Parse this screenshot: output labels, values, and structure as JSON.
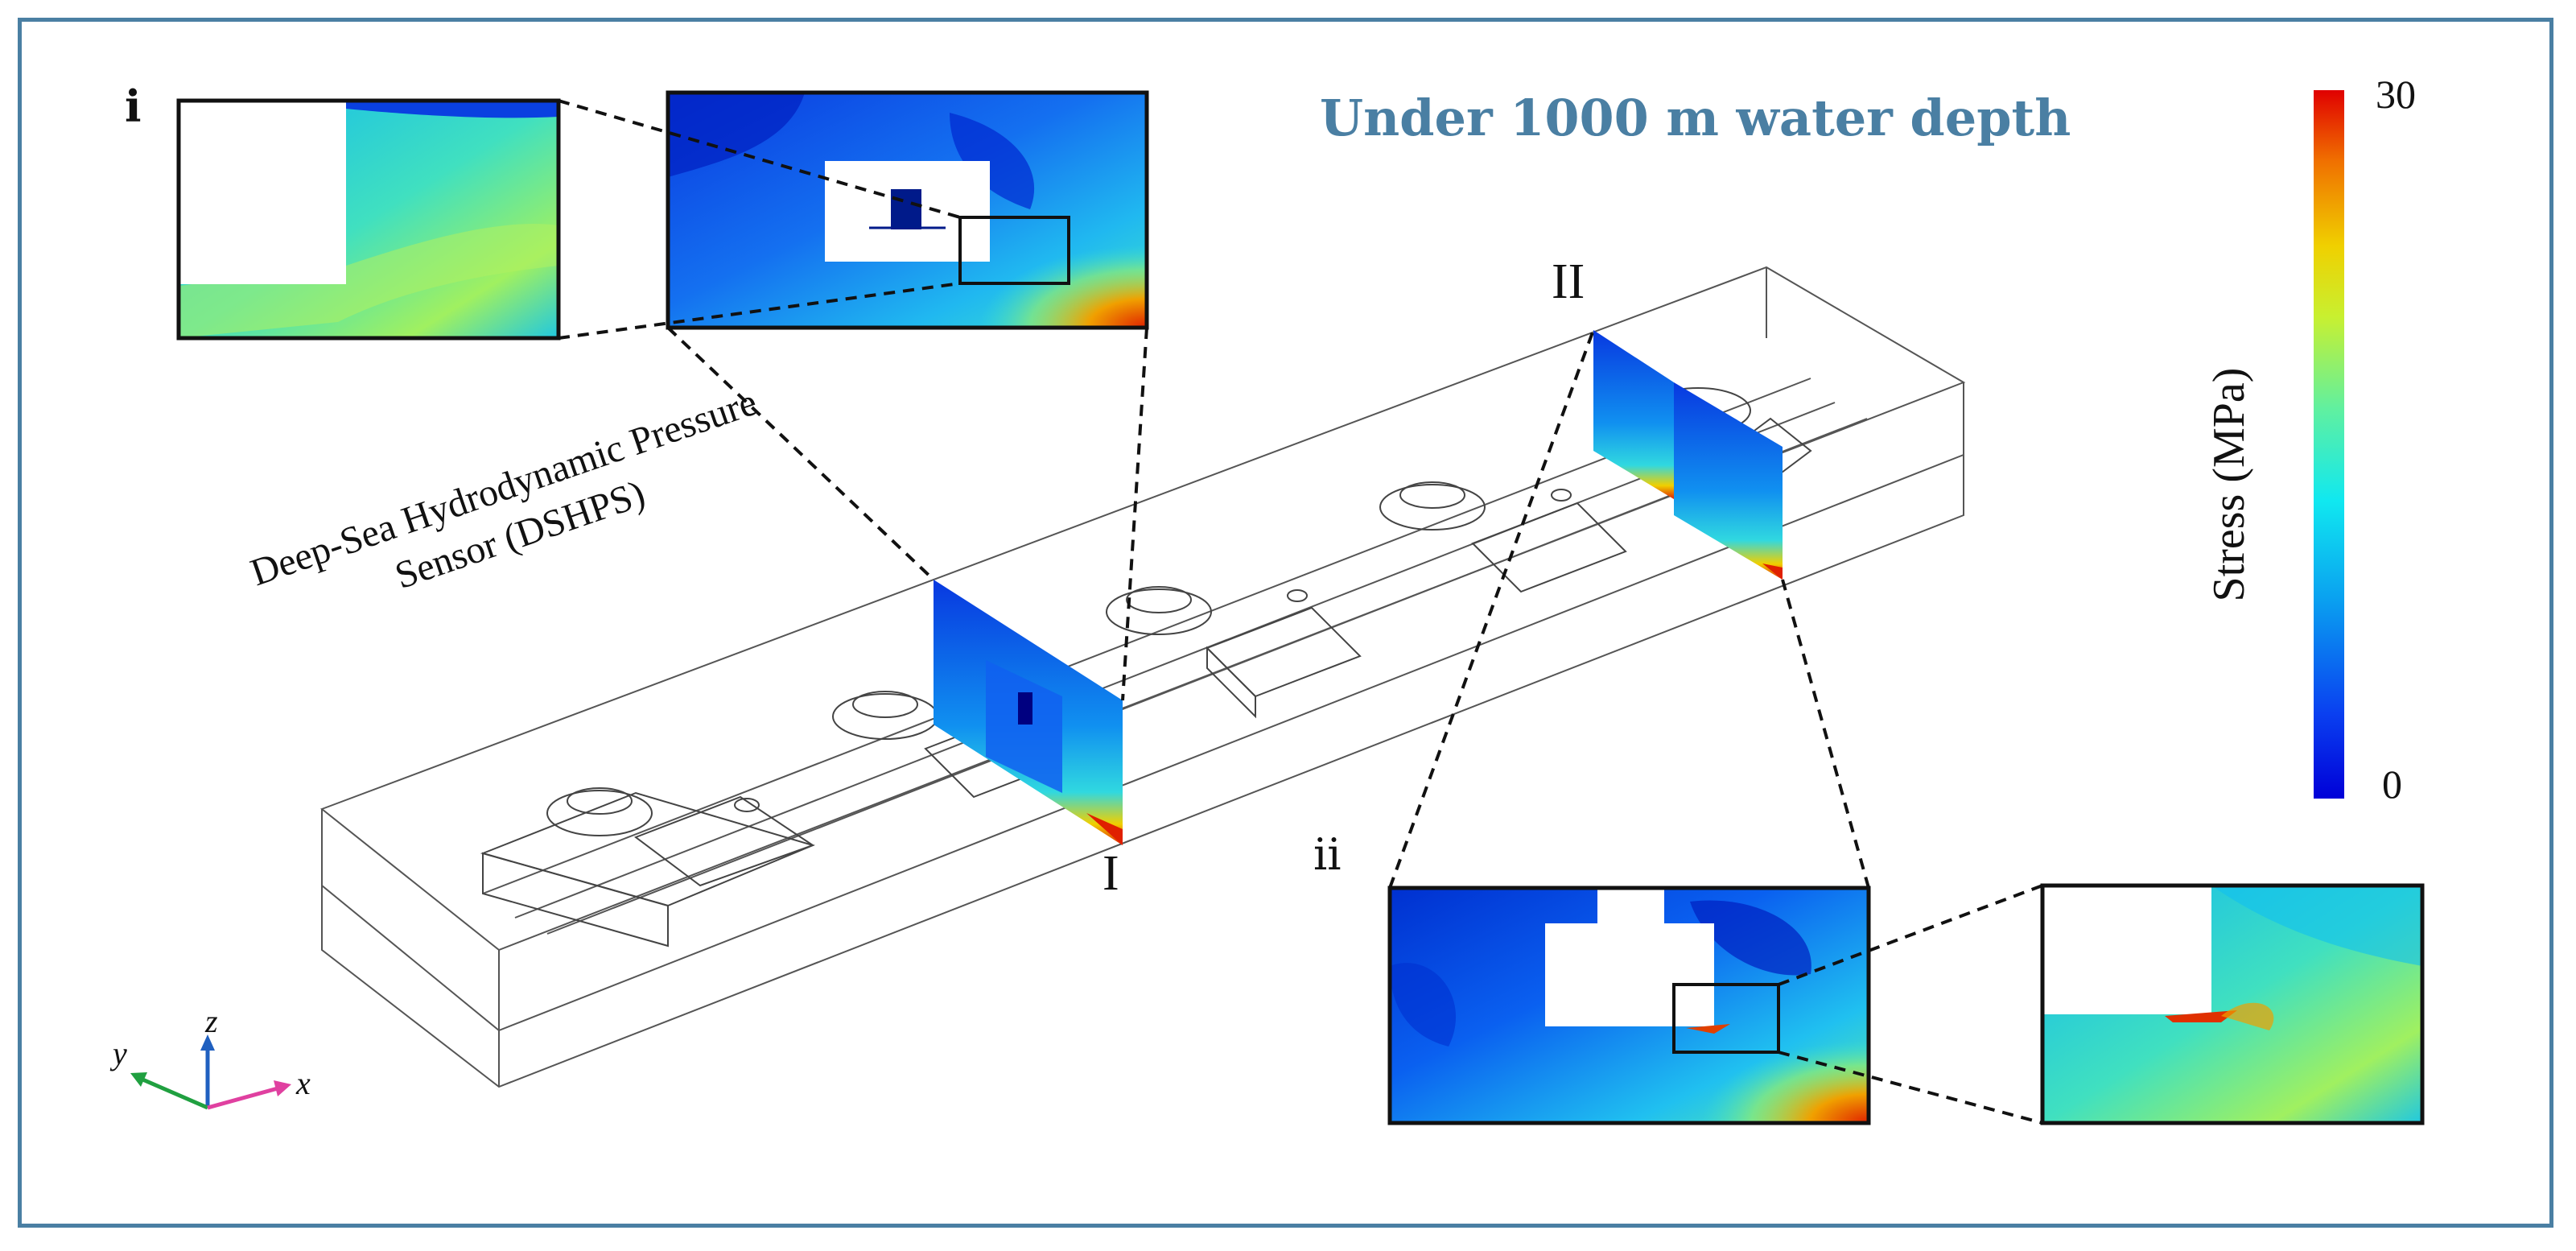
{
  "title": "Under 1000 m water depth",
  "sensor_label_line1": "Deep-Sea Hydrodynamic Pressure",
  "sensor_label_line2": "Sensor (DSHPS)",
  "section_labels": {
    "section_1": "I",
    "section_2": "II"
  },
  "inset_labels": {
    "inset_i": "i",
    "inset_ii": "ii"
  },
  "colorbar": {
    "label": "Stress (MPa)",
    "max_label": "30",
    "min_label": "0",
    "colors": [
      "#0000d8",
      "#0a40f0",
      "#0aa0f0",
      "#10e8f0",
      "#60f0a0",
      "#c8f030",
      "#f0d000",
      "#f07000",
      "#e00000"
    ]
  },
  "axes": {
    "x": "x",
    "y": "y",
    "z": "z"
  },
  "colors": {
    "frame": "#4a7fa3",
    "axis_x": "#e040a0",
    "axis_y": "#20a040",
    "axis_z": "#2060c0"
  }
}
